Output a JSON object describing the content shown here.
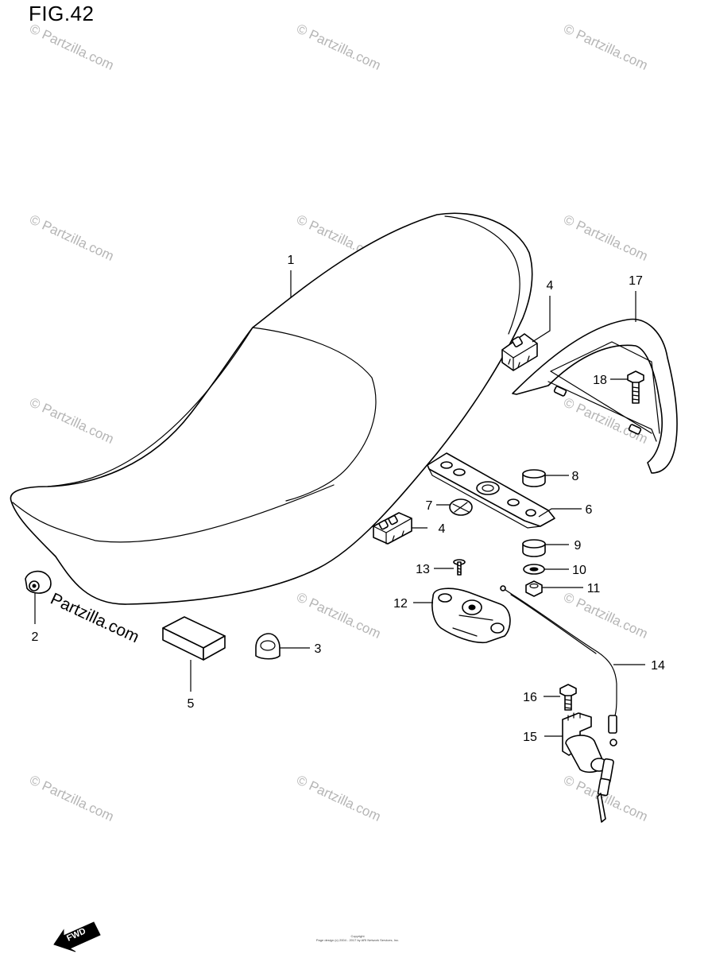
{
  "figure": {
    "title": "FIG.42"
  },
  "watermark": {
    "text": "© Partzilla.com",
    "foreground_text": "Partzilla.com"
  },
  "callouts": {
    "p1": "1",
    "p2": "2",
    "p3": "3",
    "p4a": "4",
    "p4b": "4",
    "p5": "5",
    "p6": "6",
    "p7": "7",
    "p8": "8",
    "p9": "9",
    "p10": "10",
    "p11": "11",
    "p12": "12",
    "p13": "13",
    "p14": "14",
    "p15": "15",
    "p16": "16",
    "p17": "17",
    "p18": "18"
  },
  "footer": {
    "copyright_line1": "Copyright",
    "copyright_line2": "Page design (c) 2004 - 2017 by ARI Network Services, Inc.",
    "fwd_label": "FWD"
  }
}
